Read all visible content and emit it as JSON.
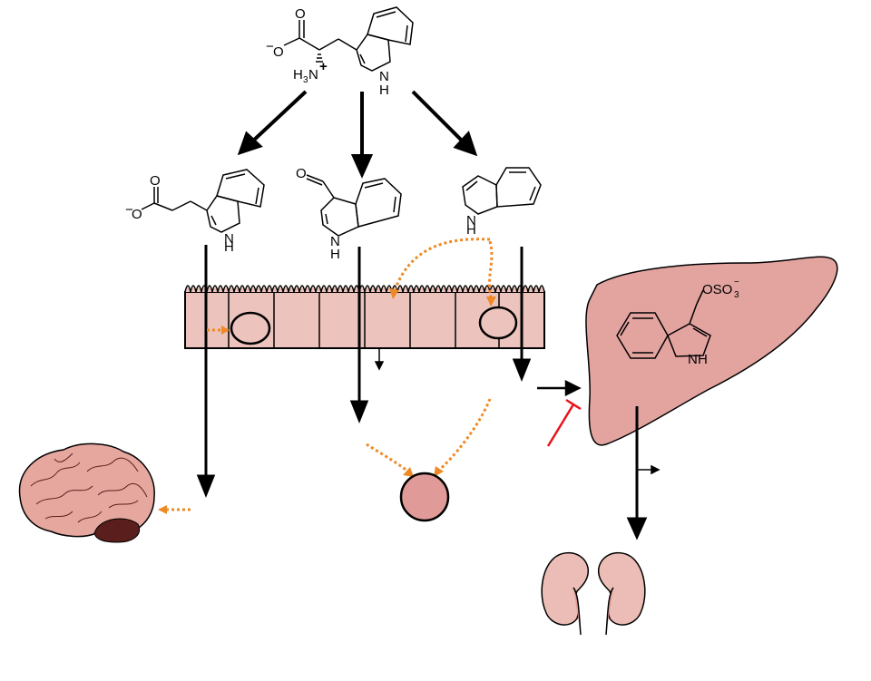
{
  "colors": {
    "cell_fill": "#ecc3bd",
    "liver_fill": "#e3a4a0",
    "blood_fill": "#e09a97",
    "brain_fill": "#e5a79e",
    "kidney_fill": "#ebbdb6",
    "dotted_arrow": "#ee8a25",
    "inhibition": "#e8141c",
    "line": "#000000"
  },
  "tryptophan": {
    "charge_minus": "−",
    "o_label": "O",
    "o_top_label": "O",
    "amine_h": "H",
    "amine_sub": "3",
    "amine_n": "N",
    "amine_charge": "+",
    "ring_n": "N",
    "ring_h": "H"
  },
  "indole_propionate": {
    "charge_minus": "−",
    "o_label": "O",
    "o_top_label": "O",
    "ring_n": "N",
    "ring_h": "H"
  },
  "indole_aldehyde": {
    "o_label": "O",
    "ring_n": "N",
    "ring_h": "H"
  },
  "indole": {
    "ring_n": "N",
    "ring_h": "H"
  },
  "indoxyl_sulfate": {
    "group": "OSO",
    "group_sub": "3",
    "group_sup": "−",
    "ring_n": "N",
    "ring_h": "H"
  },
  "icons": [
    "brain-icon",
    "kidneys-icon",
    "liver-icon",
    "intestinal-epithelium",
    "blood-circle"
  ]
}
